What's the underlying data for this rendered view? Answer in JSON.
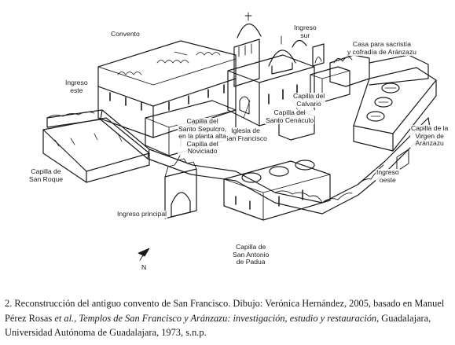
{
  "figure": {
    "labels": {
      "convento": "Convento",
      "ingreso_sur": [
        "Ingreso",
        "sur"
      ],
      "casa_sacristia": [
        "Casa para sacristía",
        "y cofradía de Aránzazu"
      ],
      "ingreso_este": [
        "Ingreso",
        "este"
      ],
      "capilla_calvario": [
        "Capilla del",
        "Calvario"
      ],
      "capilla_santo_cenaculo": [
        "Capilla del",
        "Santo Cenáculo"
      ],
      "iglesia_san_francisco": [
        "Iglesia de",
        "San Francisco"
      ],
      "capilla_santo_sepulcro": [
        "Capilla del",
        "Santo Sepulcro,",
        "en la planta alta",
        "Capilla del",
        "Noviciado"
      ],
      "capilla_virgen_aranzazu": [
        "Capilla de la",
        "Virgen de",
        "Aránzazu"
      ],
      "capilla_san_roque": [
        "Capilla de",
        "San Roque"
      ],
      "ingreso_oeste": [
        "Ingreso",
        "oeste"
      ],
      "ingreso_principal": "Ingreso principal",
      "capilla_san_antonio": [
        "Capilla de",
        "San Antonio",
        "de Padua"
      ],
      "north": "N"
    }
  },
  "caption": {
    "number": "2.",
    "text_1": " Reconstrucción del antiguo convento de San Francisco. Dibujo: Verónica Hernández, 2005, basado en Manuel Pérez Rosas ",
    "et_al": "et al.",
    "text_2": ", ",
    "book_title": "Templos de San Francisco y Aránzazu: investigación, estudio y restauración",
    "text_3": ", Guadalajara, Universidad Autónoma de Guadalajara, 1973, s.n.p."
  }
}
